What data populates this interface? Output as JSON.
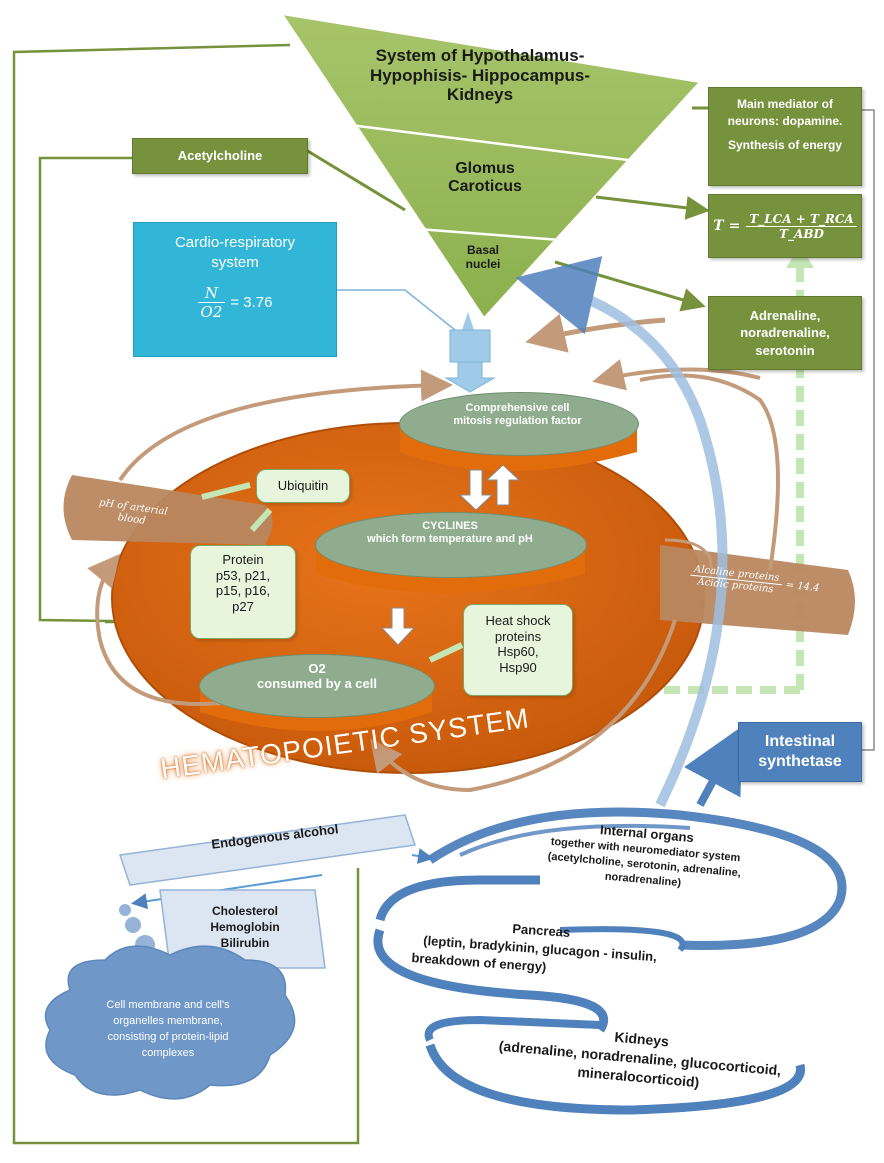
{
  "top_triangle": {
    "line1": "System of Hypothalamus-",
    "line2": "Hypophisis- Hippocampus-",
    "line3": "Kidneys",
    "glomus1": "Glomus",
    "glomus2": "Caroticus",
    "basal1": "Basal",
    "basal2": "nuclei"
  },
  "right_boxes": {
    "mediator1": "Main mediator of",
    "mediator2": "neurons: dopamine.",
    "energy": "Synthesis of energy",
    "formula_lhs": "T =",
    "formula_num": "T_LCA + T_RCA",
    "formula_den": "T_ABD",
    "adrenaline1": "Adrenaline,",
    "adrenaline2": "noradrenaline,",
    "adrenaline3": "serotonin"
  },
  "acetylcholine": "Acetylcholine",
  "cardio": {
    "title1": "Cardio-respiratory",
    "title2": "system",
    "num": "N",
    "den": "O2",
    "value": "= 3.76"
  },
  "central": {
    "mitosis1": "Comprehensive cell",
    "mitosis2": "mitosis regulation factor",
    "cyclines1": "CYCLINES",
    "cyclines2": "which form temperature and pH",
    "o2_1": "O2",
    "o2_2": "consumed  by a cell",
    "ubiquitin": "Ubiquitin",
    "protein1": "Protein",
    "protein2": "p53, p21,",
    "protein3": "p15, p16,",
    "protein4": "p27",
    "heat1": "Heat shock",
    "heat2": "proteins",
    "heat3": "Hsp60,",
    "heat4": "Hsp90",
    "ph1": "pH of arterial",
    "ph2": "blood",
    "alk_num": "Alcaline proteins",
    "alk_den": "Acidic proteins",
    "alk_value": "= 14.4",
    "hematopoietic": "HEMATOPOIETIC SYSTEM"
  },
  "intestinal1": "Intestinal",
  "intestinal2": "synthetase",
  "endogenous": "Endogenous alcohol",
  "chol1": "Cholesterol",
  "chol2": "Hemoglobin",
  "chol3": "Bilirubin",
  "cloud1": "Cell membrane and cell's",
  "cloud2": "organelles membrane,",
  "cloud3": "consisting of protein-lipid",
  "cloud4": "complexes",
  "organs": {
    "title": "Internal organs",
    "line2": "together with neuromediator system",
    "line3": "(acetylcholine, serotonin, adrenaline,",
    "line4": "noradrenaline)"
  },
  "pancreas": {
    "title": "Pancreas",
    "line2": "(leptin, bradykinin,  glucagon - insulin,",
    "line3": "breakdown of energy)"
  },
  "kidneys": {
    "title": "Kidneys",
    "line2": "(adrenaline, noradrenaline, glucocorticoid,",
    "line3": "mineralocorticoid)"
  },
  "colors": {
    "green": "#76923c",
    "light_green": "#9bbb59",
    "orange": "#e36c0a",
    "cyan": "#31b6d8",
    "blue": "#4f81bd",
    "brown": "#b8875f"
  }
}
